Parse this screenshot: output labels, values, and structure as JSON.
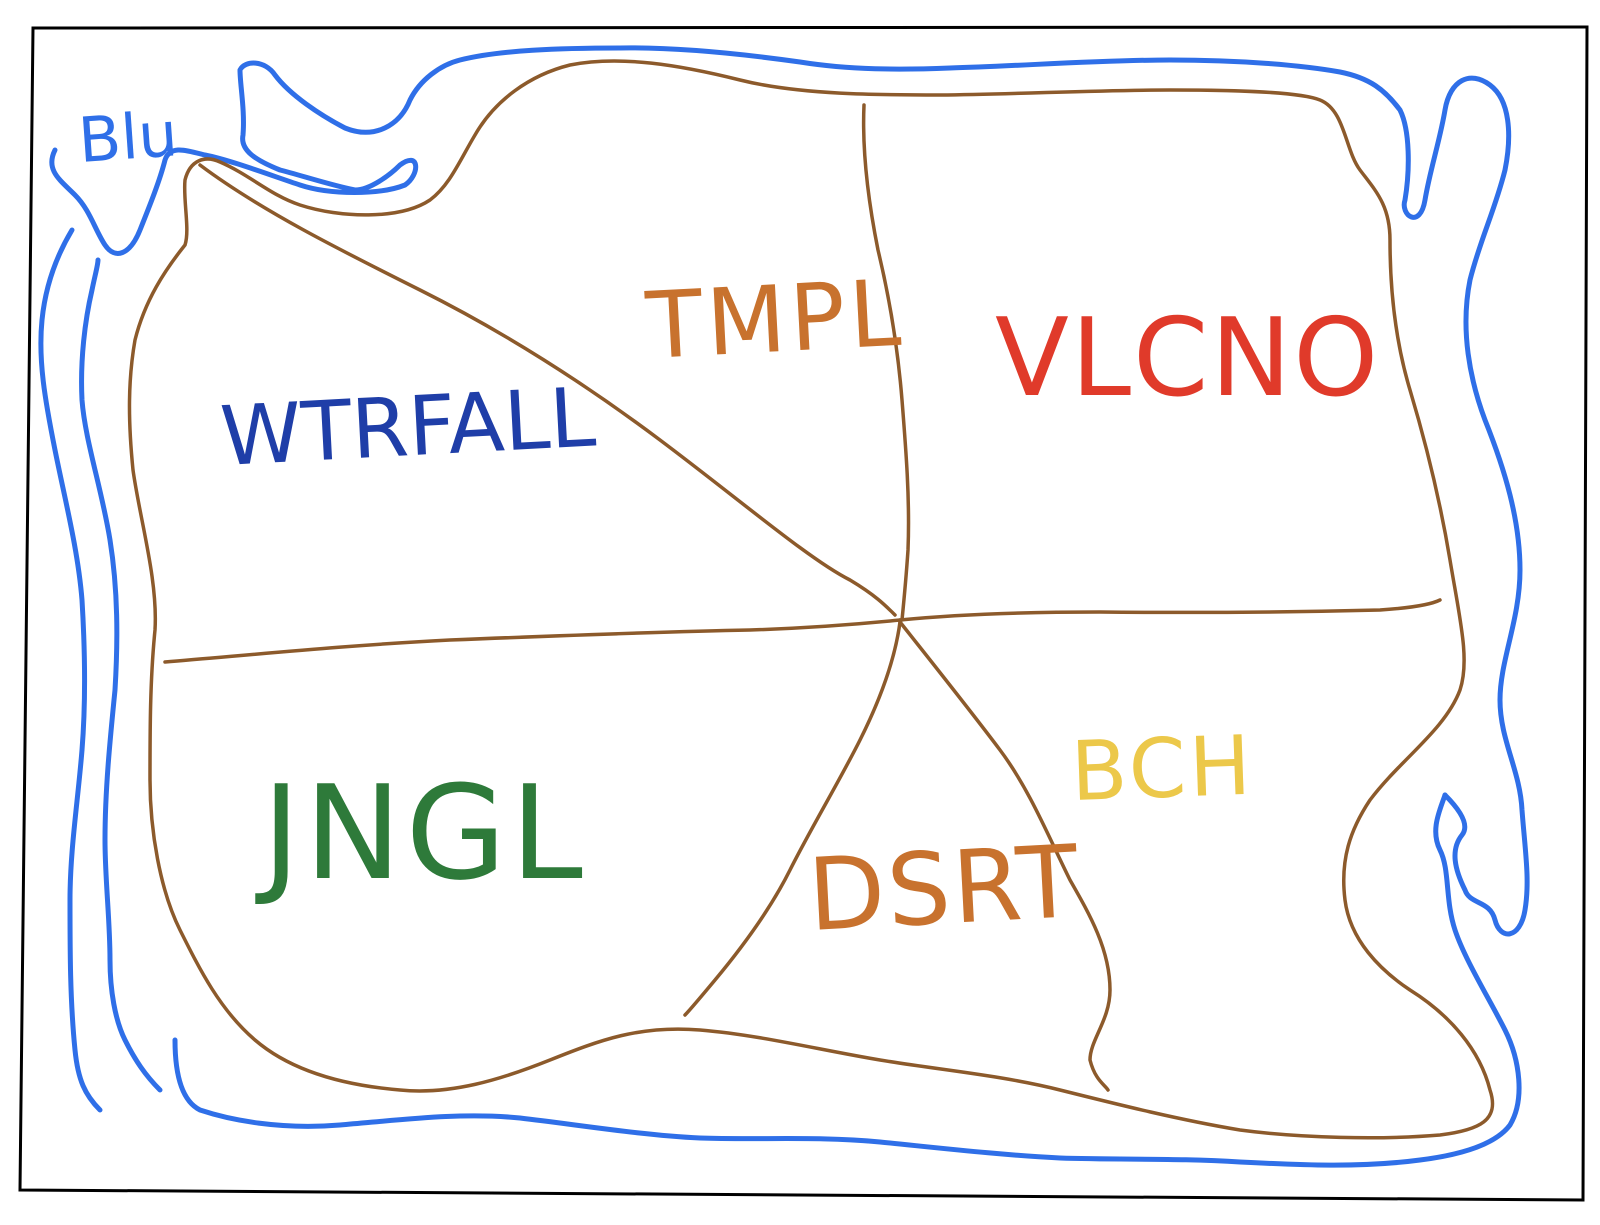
{
  "map": {
    "water_label": "Blu",
    "regions": [
      {
        "name": "TMPL",
        "color": "#c8722e"
      },
      {
        "name": "VLCNO",
        "color": "#e03a2a"
      },
      {
        "name": "WTRFALL",
        "color": "#1f3ea8"
      },
      {
        "name": "JNGL",
        "color": "#2e7a3a"
      },
      {
        "name": "DSRT",
        "color": "#c8722e"
      },
      {
        "name": "BCH",
        "color": "#ecc84a"
      }
    ],
    "colors": {
      "water": "#2f6fe8",
      "land_border": "#8c5a2b",
      "frame": "#000000",
      "water_label": "#2f6fe8"
    }
  }
}
